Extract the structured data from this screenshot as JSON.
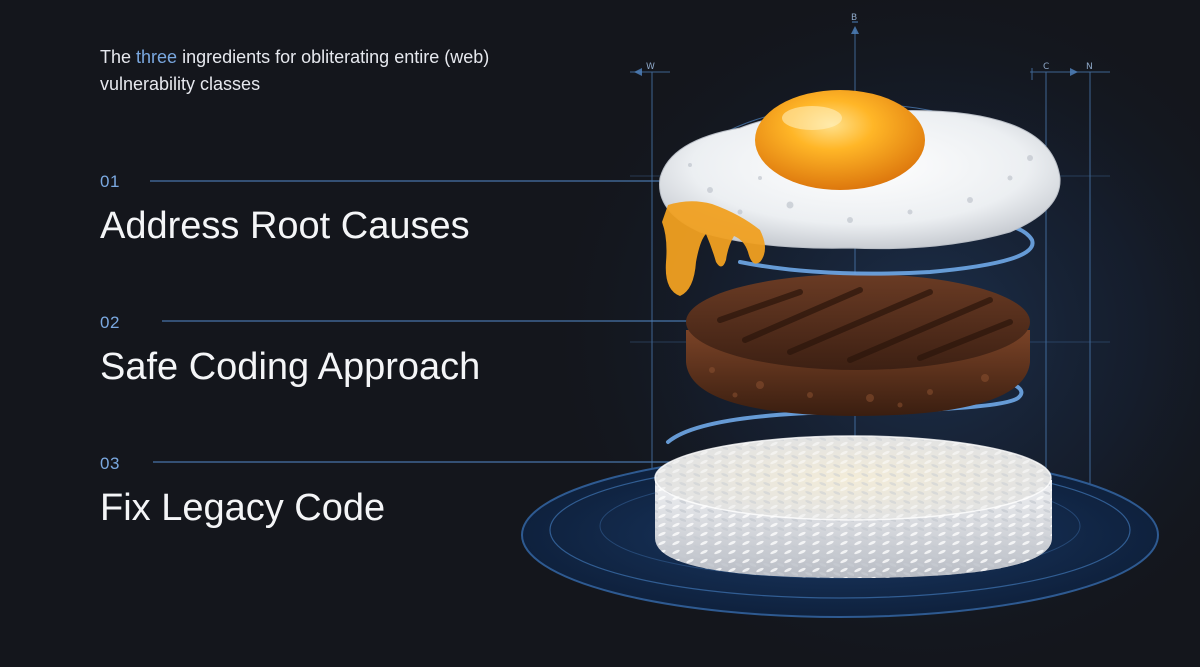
{
  "slide": {
    "subtitle": {
      "before": "The ",
      "accent": "three",
      "after": " ingredients for obliterating entire (web) vulnerability classes"
    },
    "ingredients": [
      {
        "number": "01",
        "title": "Address Root Causes"
      },
      {
        "number": "02",
        "title": "Safe Coding Approach"
      },
      {
        "number": "03",
        "title": "Fix Legacy Code"
      }
    ],
    "blueprint_labels": {
      "top": "B",
      "left": "W",
      "right_1": "C",
      "right_2": "N"
    }
  },
  "colors": {
    "background": "#14161c",
    "accent": "#7aa8e0",
    "blueprint": "#4d7fb8",
    "yolk": "#f39a12",
    "patty": "#5b3220",
    "rice": "#e9ebee",
    "plate": "#122848"
  }
}
